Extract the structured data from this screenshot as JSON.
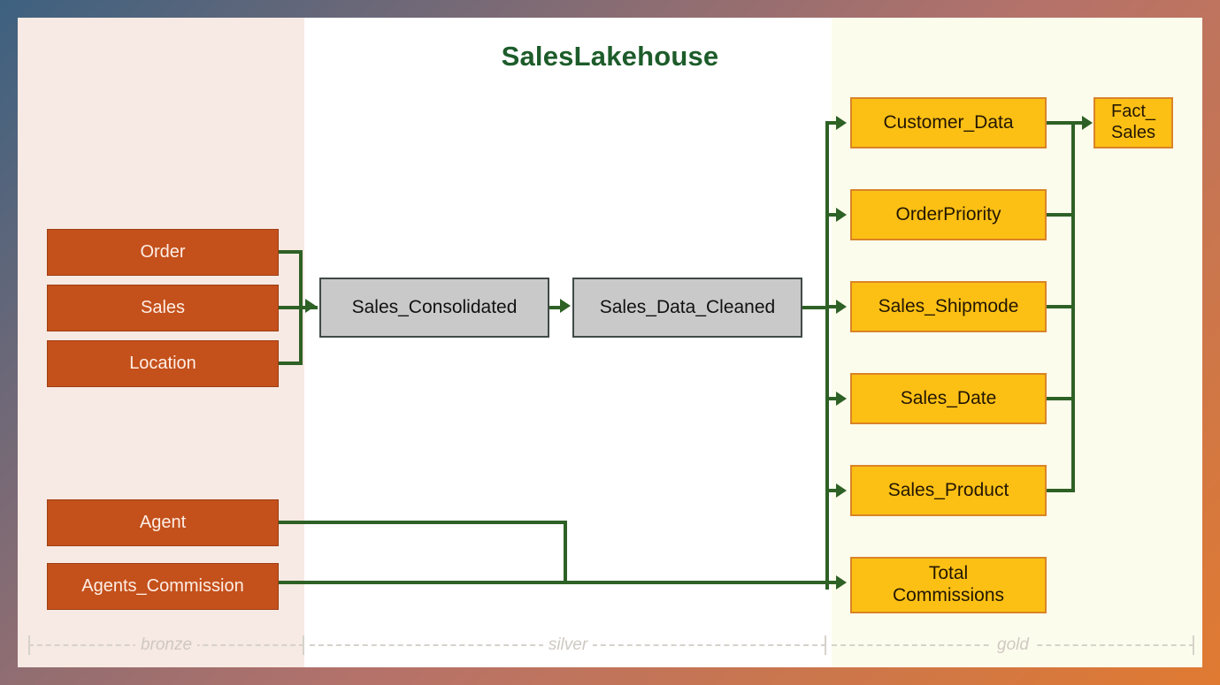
{
  "diagram": {
    "title": "SalesLakehouse",
    "accent_green": "#2e6125",
    "bronze_color": "#c4501b",
    "silver_color": "#c9c9c9",
    "gold_color": "#fcc015"
  },
  "zones": [
    {
      "key": "bronze",
      "label": "bronze",
      "background": "#f7e9e3"
    },
    {
      "key": "silver",
      "label": "silver",
      "background": "#ffffff"
    },
    {
      "key": "gold",
      "label": "gold",
      "background": "#fcfcec"
    }
  ],
  "bronze_nodes": [
    {
      "label": "Order"
    },
    {
      "label": "Sales"
    },
    {
      "label": "Location"
    },
    {
      "label": "Agent"
    },
    {
      "label": "Agents_Commission"
    }
  ],
  "silver_nodes": [
    {
      "label": "Sales_Consolidated"
    },
    {
      "label": "Sales_Data_Cleaned"
    }
  ],
  "gold_nodes": [
    {
      "label": "Customer_Data"
    },
    {
      "label": "OrderPriority"
    },
    {
      "label": "Sales_Shipmode"
    },
    {
      "label": "Sales_Date"
    },
    {
      "label": "Sales_Product"
    },
    {
      "label_line1": "Total",
      "label_line2": "Commissions"
    }
  ],
  "fact_node": {
    "label_line1": "Fact_",
    "label_line2": "Sales"
  }
}
